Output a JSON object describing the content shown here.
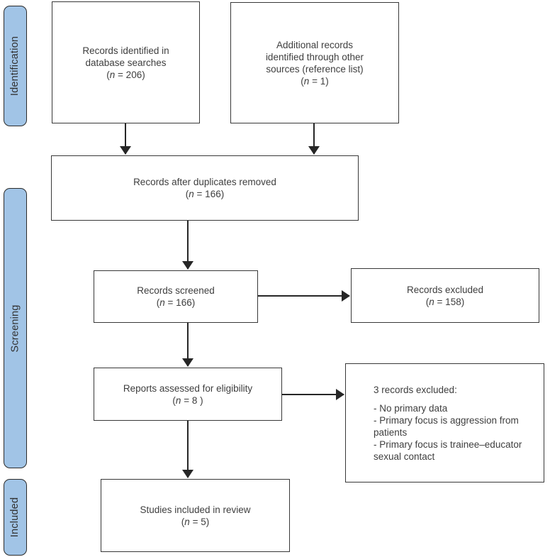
{
  "diagram": {
    "stages": {
      "identification": "Identification",
      "screening": "Screening",
      "included": "Included"
    },
    "boxes": {
      "identified": {
        "lines": "Records identified in\ndatabase searches",
        "n_open": "(",
        "n_sym": "n",
        "n_rest": " = 206)"
      },
      "additional": {
        "lines": "Additional records\nidentified through other\nsources (reference list)",
        "n_open": "(",
        "n_sym": "n",
        "n_rest": " = 1)"
      },
      "dedup": {
        "lines": "Records after duplicates removed",
        "n_open": "(",
        "n_sym": "n",
        "n_rest": " = 166)"
      },
      "screened": {
        "lines": "Records screened",
        "n_open": "(",
        "n_sym": "n",
        "n_rest": " = 166)"
      },
      "excluded": {
        "lines": "Records excluded",
        "n_open": "(",
        "n_sym": "n",
        "n_rest": " = 158)"
      },
      "eligibility": {
        "lines": "Reports assessed for eligibility",
        "n_open": "(",
        "n_sym": "n",
        "n_rest": " = 8 )"
      },
      "details": {
        "heading": "3 records excluded:",
        "items": [
          "- No primary data",
          "- Primary focus is aggression from patients",
          "- Primary focus is trainee–educator sexual contact"
        ]
      },
      "included": {
        "lines": "Studies included in review",
        "n_open": "(",
        "n_sym": "n",
        "n_rest": " = 5)"
      }
    },
    "colors": {
      "stage_fill": "#a1c4e6",
      "stage_border": "#2b2b2b",
      "box_border": "#383838",
      "text": "#3e3e3e",
      "arrow": "#262626"
    }
  }
}
